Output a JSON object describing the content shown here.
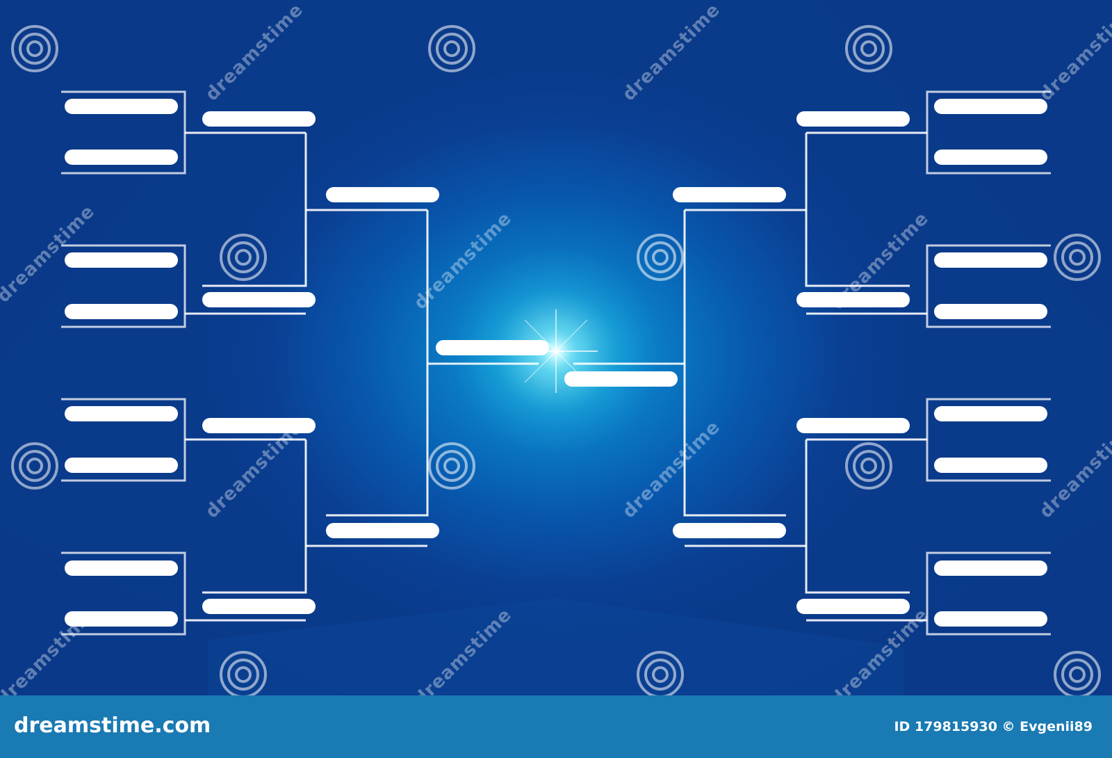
{
  "bracket": {
    "rounds_per_side": 4,
    "entrants_per_side": 8,
    "sides": [
      "left",
      "right"
    ],
    "name_slots_blank": true
  },
  "colors": {
    "background": "#0a3f93",
    "glow": "#14b4dc",
    "line": "#ffffff",
    "slot": "#ffffff",
    "footer": "#1a7ab3"
  },
  "watermark": {
    "text": "dreamstime",
    "icon": "spiral-icon"
  },
  "footer": {
    "logo": "dreamstime.com",
    "credit": "ID 179815930 © Evgenii89"
  }
}
